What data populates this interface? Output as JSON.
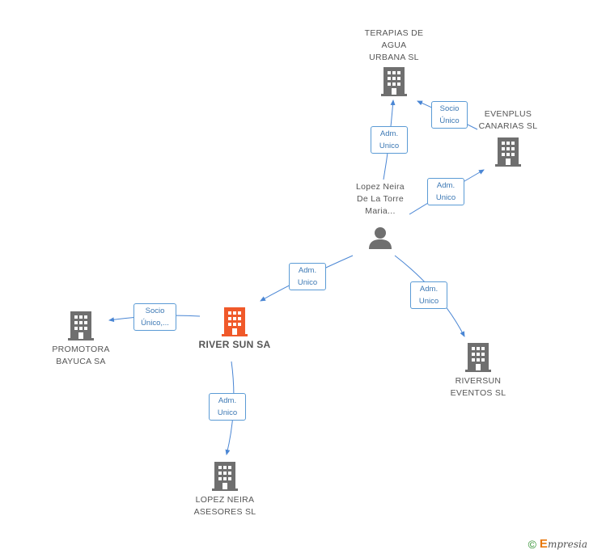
{
  "nodes": {
    "terapias": {
      "lines": [
        "TERAPIAS DE",
        "AGUA",
        "URBANA SL"
      ]
    },
    "evenplus": {
      "lines": [
        "EVENPLUS",
        "CANARIAS SL"
      ]
    },
    "person": {
      "lines": [
        "Lopez Neira",
        "De La Torre",
        "Maria..."
      ]
    },
    "river": {
      "lines": [
        "RIVER SUN SA"
      ]
    },
    "promotora": {
      "lines": [
        "PROMOTORA",
        "BAYUCA SA"
      ]
    },
    "riversun": {
      "lines": [
        "RIVERSUN",
        "EVENTOS SL"
      ]
    },
    "asesores": {
      "lines": [
        "LOPEZ NEIRA",
        "ASESORES SL"
      ]
    }
  },
  "edge_labels": {
    "person_terapias": [
      "Adm.",
      "Unico"
    ],
    "evenplus_terapias": [
      "Socio",
      "Único"
    ],
    "person_evenplus": [
      "Adm.",
      "Unico"
    ],
    "person_river": [
      "Adm.",
      "Unico"
    ],
    "person_riversun": [
      "Adm.",
      "Unico"
    ],
    "river_promotora": [
      "Socio",
      "Único,..."
    ],
    "river_asesores": [
      "Adm.",
      "Unico"
    ]
  },
  "colors": {
    "building": "#6f6f6f",
    "main_building": "#f0592a",
    "person": "#6f6f6f",
    "edge": "#4a86d4"
  },
  "footer": {
    "copyright": "©",
    "brand_initial": "E",
    "brand_rest": "mpresia"
  }
}
